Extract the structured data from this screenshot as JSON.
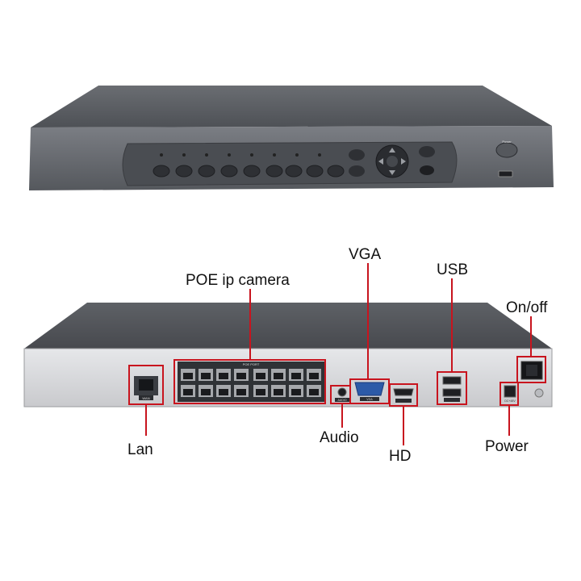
{
  "labels": {
    "lan": "Lan",
    "poe": "POE ip camera",
    "vga": "VGA",
    "usb": "USB",
    "onoff": "On/off",
    "audio": "Audio",
    "hd": "HD",
    "power": "Power"
  },
  "panel_text": {
    "front_power": "Power",
    "poe_port": "POE PORT",
    "wan": "WAN",
    "audio_port": "AUDIO",
    "vga_port": "VGA",
    "dc_in": "DC+48V"
  },
  "colors": {
    "callout": "#c8141e",
    "body_top": "#5a5d62",
    "front_face": "#6e7177",
    "rear_panel": "#d8d9dc",
    "port": "#3a3d42"
  }
}
